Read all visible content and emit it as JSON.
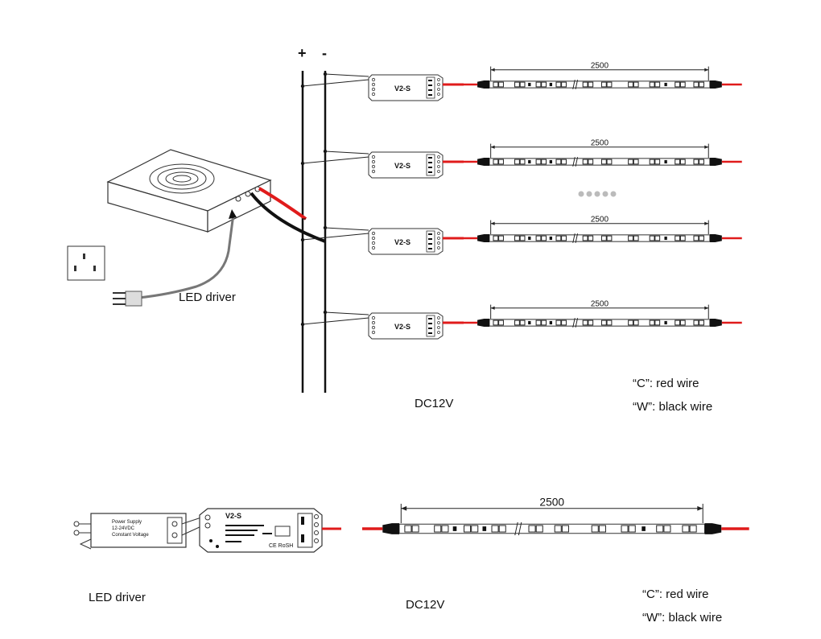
{
  "top": {
    "polarity_plus": "+",
    "polarity_minus": "-",
    "driver_label": "LED driver",
    "voltage_label": "DC12V",
    "legend_c": "“C”: red wire",
    "legend_w": "“W”: black wire",
    "controller_label": "V2-S",
    "strip_length": "2500"
  },
  "bottom": {
    "driver_label": "LED driver",
    "voltage_label": "DC12V",
    "legend_c": "“C”: red wire",
    "legend_w": "“W”: black wire",
    "strip_length": "2500",
    "controller_label": "V2-S",
    "controller_cert": "CE RoSH",
    "psu_line1": "Power Supply",
    "psu_line2": "12-24VDC",
    "psu_line3": "Constant Voltage"
  },
  "colors": {
    "red_wire": "#e01b1b",
    "black_wire": "#111111",
    "line": "#222222"
  }
}
